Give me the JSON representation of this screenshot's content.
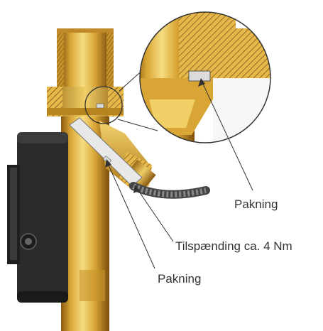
{
  "labels": {
    "gasket_top": "Pakning",
    "torque": "Tilspænding ca. 4 Nm",
    "gasket_bottom": "Pakning"
  },
  "colors": {
    "brass_light": "#f3d470",
    "brass_mid": "#d9a636",
    "brass_dark": "#8a5a10",
    "meter_body": "#2b2b2b",
    "leader_line": "#333333"
  }
}
